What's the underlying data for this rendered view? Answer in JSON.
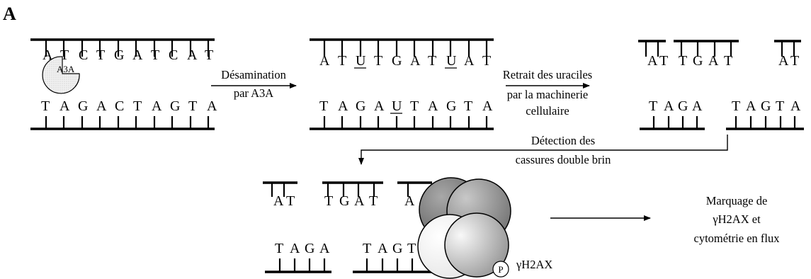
{
  "panel_label": "A",
  "step1": {
    "top_bases": [
      "A",
      "T",
      "C",
      "T",
      "G",
      "A",
      "T",
      "C",
      "A",
      "T"
    ],
    "bottom_bases": [
      "T",
      "A",
      "G",
      "A",
      "C",
      "T",
      "A",
      "G",
      "T",
      "A"
    ],
    "enzyme_label": "A3A"
  },
  "arrow1_label": [
    "Désamination",
    "par A3A"
  ],
  "step2": {
    "top_bases": [
      "A",
      "T",
      "U",
      "T",
      "G",
      "A",
      "T",
      "U",
      "A",
      "T"
    ],
    "bottom_bases": [
      "T",
      "A",
      "G",
      "A",
      "U",
      "T",
      "A",
      "G",
      "T",
      "A"
    ],
    "underlined_note": "U"
  },
  "arrow2_label": [
    "Retrait des uraciles",
    "par la machinerie",
    "cellulaire"
  ],
  "step3": {
    "top_groups": [
      [
        "A",
        "T"
      ],
      [
        "T",
        "G",
        "A",
        "T"
      ],
      [
        "A",
        "T"
      ]
    ],
    "bottom_groups": [
      [
        "T",
        "A",
        "G",
        "A"
      ],
      [
        "T",
        "A",
        "G",
        "T",
        "A"
      ]
    ]
  },
  "arrow3_label": [
    "Détection des",
    "cassures double brin"
  ],
  "step4": {
    "top_groups": [
      [
        "A",
        "T"
      ],
      [
        "T",
        "G",
        "A",
        "T"
      ],
      [
        "A"
      ]
    ],
    "bottom_groups": [
      [
        "T",
        "A",
        "G",
        "A"
      ],
      [
        "T",
        "A",
        "G",
        "T"
      ]
    ],
    "phospho_label": "P",
    "protein_label": "γH2AX"
  },
  "final_label": [
    "Marquage de",
    "γH2AX et",
    "cytométrie en flux"
  ],
  "colors": {
    "ink": "#000000",
    "enzyme_fill": "#e6e6e6",
    "dark_sphere": "#7a7a7a",
    "mid_sphere": "#9a9a9a",
    "light_sphere": "#f2f2f2"
  }
}
